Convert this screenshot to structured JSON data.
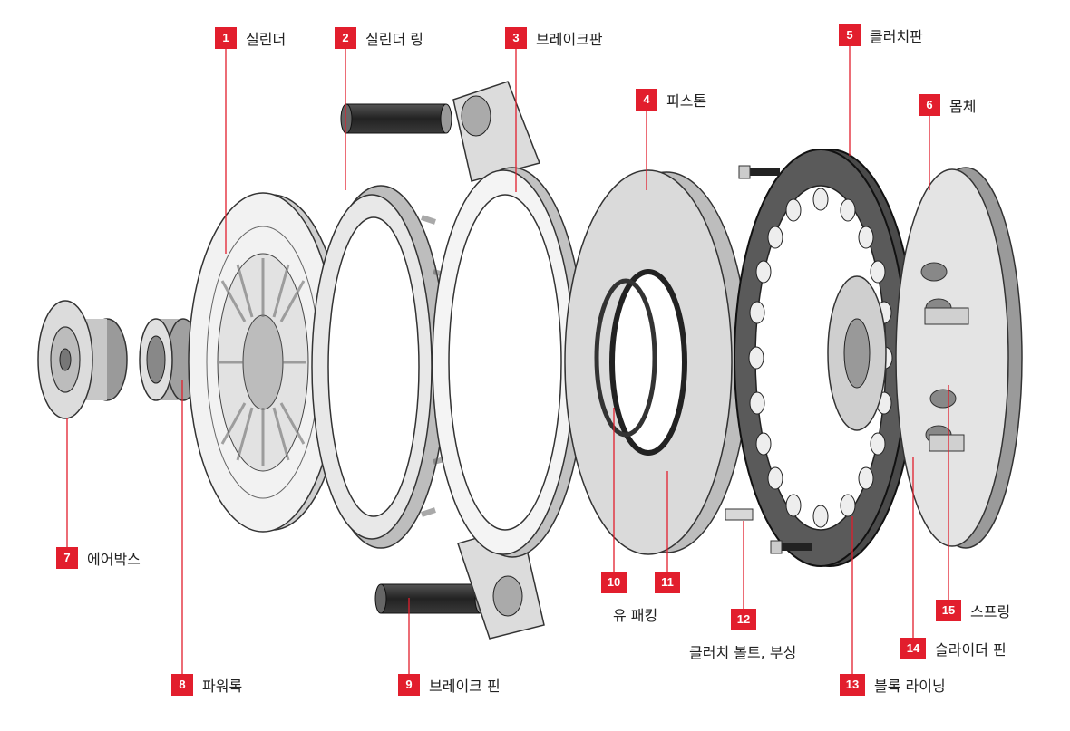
{
  "colors": {
    "accent": "#e21e2d",
    "line": "#e21e2d",
    "metal": "#d4d4d4",
    "metal_dark": "#9a9a9a",
    "steel_black": "#2b2b2b"
  },
  "parts": [
    {
      "num": "1",
      "label": "실린더"
    },
    {
      "num": "2",
      "label": "실린더 링"
    },
    {
      "num": "3",
      "label": "브레이크판"
    },
    {
      "num": "4",
      "label": "피스톤"
    },
    {
      "num": "5",
      "label": "클러치판"
    },
    {
      "num": "6",
      "label": "몸체"
    },
    {
      "num": "7",
      "label": "에어박스"
    },
    {
      "num": "8",
      "label": "파워록"
    },
    {
      "num": "9",
      "label": "브레이크 핀"
    },
    {
      "num": "10",
      "label": ""
    },
    {
      "num": "11",
      "label": ""
    },
    {
      "num": "12",
      "label": ""
    },
    {
      "num": "13",
      "label": "블록 라이닝"
    },
    {
      "num": "14",
      "label": "슬라이더 핀"
    },
    {
      "num": "15",
      "label": "스프링"
    }
  ],
  "shared_labels": {
    "oil_packing": "유 패킹",
    "clutch_bolt": "클러치 볼트, 부싱"
  }
}
